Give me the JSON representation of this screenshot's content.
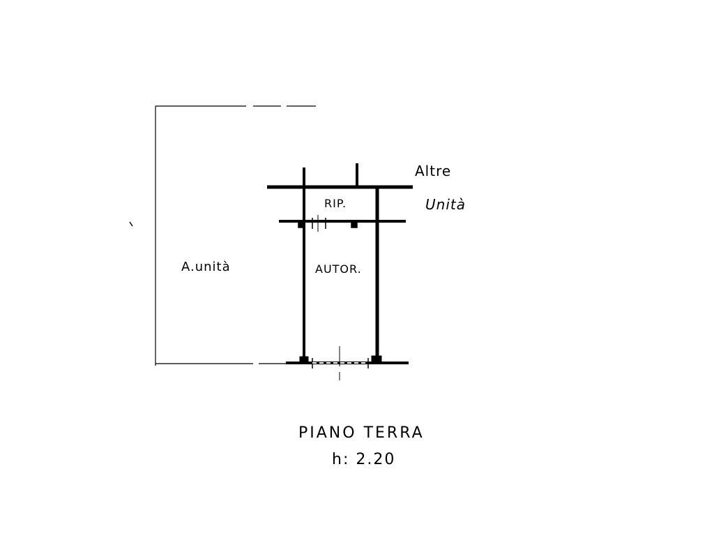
{
  "plan": {
    "labels": {
      "other_units_line1": "Altre",
      "other_units_line2": "Unità",
      "storage": "RIP.",
      "garage": "AUTOR.",
      "left_unit": "A.unità"
    },
    "title": "PIANO TERRA",
    "height": "h: 2.20"
  },
  "colors": {
    "ink": "#000000",
    "background": "#ffffff"
  }
}
